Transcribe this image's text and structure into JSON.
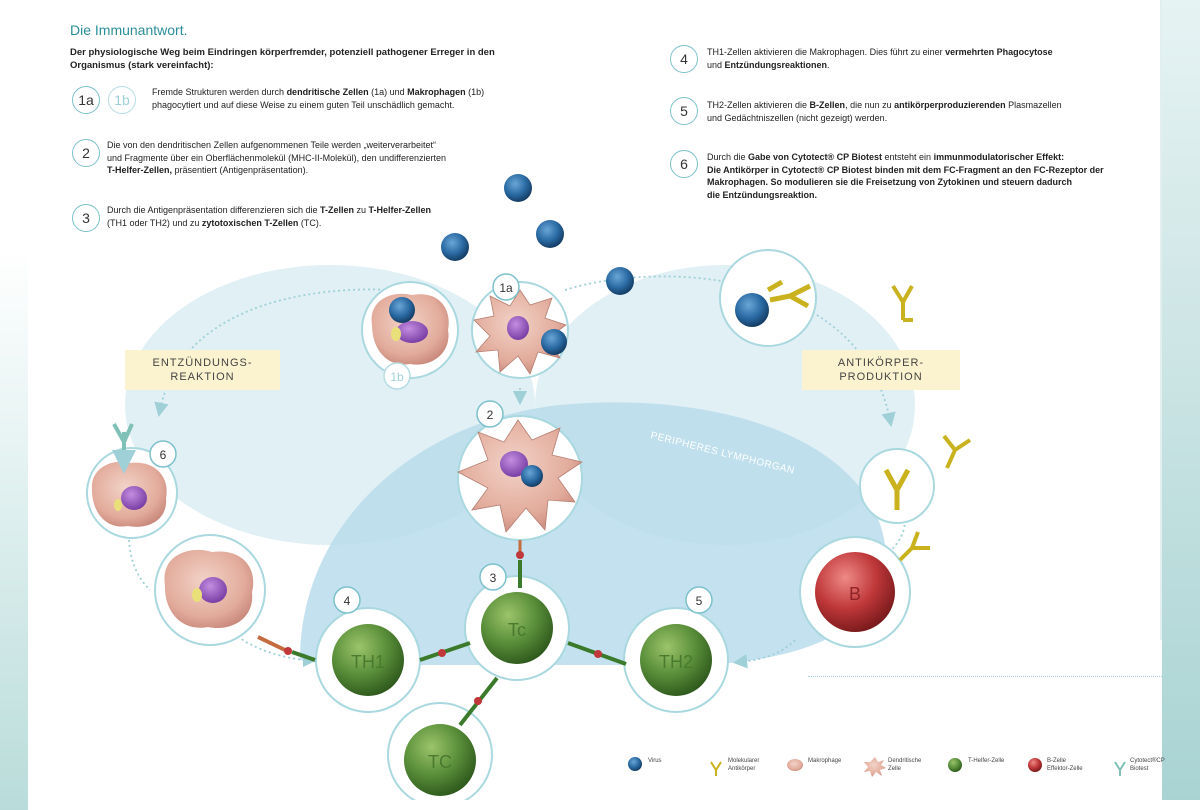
{
  "title": "Die Immunantwort.",
  "intro": "Der physiologische Weg beim Eindringen körperfremder, potenziell pathogener Erreger in den Organismus (stark vereinfacht):",
  "steps": {
    "s1": {
      "num_a": "1a",
      "num_b": "1b",
      "t1": "Fremde Strukturen werden durch ",
      "b1": "dendritische Zellen",
      "t2": " (1a) und ",
      "b2": "Makrophagen",
      "t3": " (1b)",
      "line2": "phagocytiert und auf diese Weise zu einem guten Teil unschädlich gemacht."
    },
    "s2": {
      "num": "2",
      "line1": "Die von den dendritischen Zellen aufgenommenen Teile werden „weiterverarbeitet“",
      "line2": "und Fragmente über ein Oberflächenmolekül (MHC-II-Molekül), den undifferenzierten",
      "b1": "T-Helfer-Zellen,",
      "t3": " präsentiert (Antigenpräsentation)."
    },
    "s3": {
      "num": "3",
      "t1": "Durch die Antigenpräsentation differenzieren sich die ",
      "b1": "T-Zellen",
      "t2": " zu ",
      "b2": "T-Helfer-Zellen",
      "line2a": "(TH1 oder TH2) und zu ",
      "b3": "zytotoxischen T-Zellen",
      "t4": " (TC)."
    },
    "s4": {
      "num": "4",
      "t1": "TH1-Zellen aktivieren die Makrophagen. Dies führt zu einer ",
      "b1": "vermehrten Phagocytose",
      "t2": "und ",
      "b2": "Entzündungsreaktionen",
      "t3": "."
    },
    "s5": {
      "num": "5",
      "t1": "TH2-Zellen aktivieren die ",
      "b1": "B-Zellen",
      "t2": ", die nun zu ",
      "b2": "antikörperproduzierenden",
      "t3": " Plasmazellen",
      "line2": "und Gedächtniszellen (nicht gezeigt) werden."
    },
    "s6": {
      "num": "6",
      "t1": "Durch die ",
      "b1": "Gabe von Cytotect® CP Biotest",
      "t2": " entsteht ein ",
      "b2": "immunmodulatorischer Effekt:",
      "b3": "Die Antikörper in Cytotect® CP Biotest binden mit dem FC-Fragment an den FC-Rezeptor der",
      "b4": "Makrophagen. So modulieren sie die Freisetzung von Zytokinen und steuern dadurch",
      "b5": "die Entzündungsreaktion."
    }
  },
  "labels": {
    "entzuendung_1": "ENTZÜNDUNGS-",
    "entzuendung_2": "REAKTION",
    "antikoerper_1": "ANTIKÖRPER-",
    "antikoerper_2": "PRODUKTION",
    "lymphorgan": "PERIPHERES LYMPHORGAN"
  },
  "diagram_nums": {
    "n1a": "1a",
    "n1b": "1b",
    "n2": "2",
    "n3": "3",
    "n4": "4",
    "n5": "5",
    "n6": "6"
  },
  "cell_labels": {
    "th1": "TH1",
    "tc_center": "Tc",
    "th2": "TH2",
    "tc": "TC",
    "b": "B"
  },
  "legend": [
    {
      "icon": "virus-icon",
      "label": "Virus"
    },
    {
      "icon": "antibody-icon",
      "label": "Molekularer\nAntikörper"
    },
    {
      "icon": "macrophage-icon",
      "label": "Makrophage"
    },
    {
      "icon": "dendritic-cell-icon",
      "label": "Dendritische\nZelle"
    },
    {
      "icon": "t-helper-cell-icon",
      "label": "T-Helfer-Zelle"
    },
    {
      "icon": "b-cell-icon",
      "label": "B-Zelle\nEffektor-Zelle"
    },
    {
      "icon": "cytotect-antibody-icon",
      "label": "Cytotect®CP\nBiotest"
    }
  ],
  "colors": {
    "accent": "#2a8e9a",
    "circle_stroke": "#a9d8df",
    "zone": "#cfe8f0",
    "lymph": "#b9dceb",
    "virus": "#2a6aa3",
    "tcell": "#5a8f3a",
    "bcell": "#c0383a",
    "macro": "#e6b7a8",
    "antibody": "#c9b21e",
    "label_bg": "#fbf3cf"
  }
}
